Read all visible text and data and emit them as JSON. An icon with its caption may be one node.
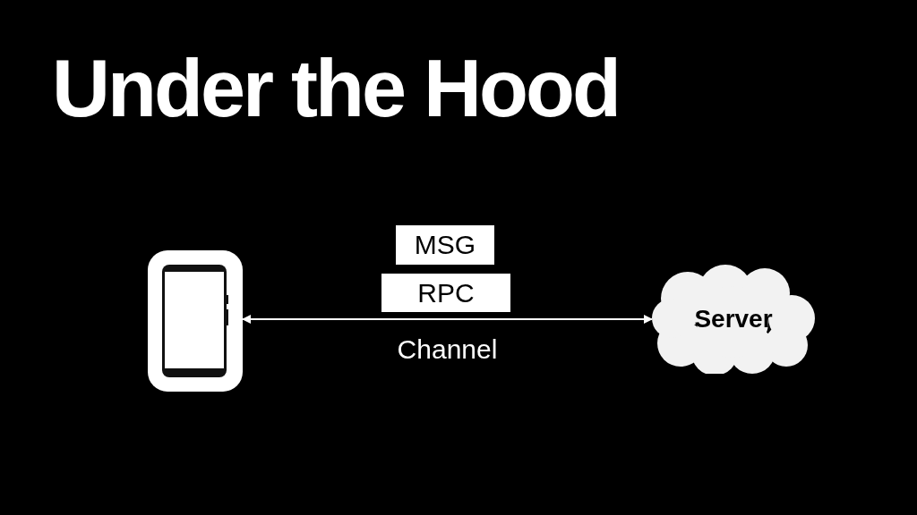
{
  "diagram": {
    "title": "Under the Hood",
    "nodes": [
      {
        "text": [],
        "shape": "picture"
      },
      {
        "text": [
          "MSG"
        ]
      },
      {
        "text": [
          "RPC"
        ]
      },
      {
        "text": [
          "Server"
        ]
      }
    ],
    "edges": [
      {
        "from": 0,
        "to": 3,
        "arrow": "both",
        "label": "Channel"
      }
    ]
  }
}
